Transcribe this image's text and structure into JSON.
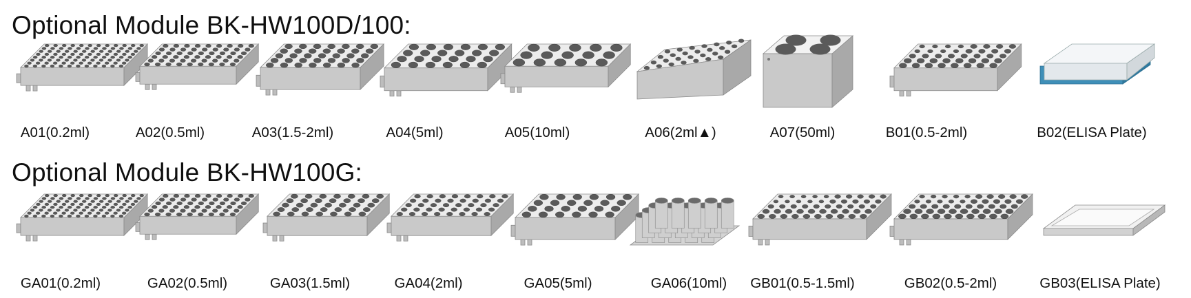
{
  "sections": [
    {
      "title": "Optional Module BK-HW100D/100:",
      "modules": [
        {
          "label": "A01(0.2ml)",
          "icon": "block-96-well-icon"
        },
        {
          "label": "A02(0.5ml)",
          "icon": "block-54-well-icon"
        },
        {
          "label": "A03(1.5-2ml)",
          "icon": "block-35-well-icon"
        },
        {
          "label": "A04(5ml)",
          "icon": "block-24-well-icon"
        },
        {
          "label": "A05(10ml)",
          "icon": "block-15-well-icon"
        },
        {
          "label": "A06(2ml▲)",
          "icon": "block-cone-well-icon"
        },
        {
          "label": "A07(50ml)",
          "icon": "block-4-well-icon"
        },
        {
          "label": "B01(0.5-2ml)",
          "icon": "block-mixed-well-icon"
        },
        {
          "label": "B02(ELISA Plate)",
          "icon": "elisa-plate-holder-icon"
        }
      ]
    },
    {
      "title": "Optional Module BK-HW100G:",
      "modules": [
        {
          "label": "GA01(0.2ml)",
          "icon": "block-96-well-icon"
        },
        {
          "label": "GA02(0.5ml)",
          "icon": "block-54-well-icon"
        },
        {
          "label": "GA03(1.5ml)",
          "icon": "block-35-well-icon"
        },
        {
          "label": "GA04(2ml)",
          "icon": "block-40-well-icon"
        },
        {
          "label": "GA05(5ml)",
          "icon": "block-24-well-icon"
        },
        {
          "label": "GA06(10ml)",
          "icon": "block-tube-columns-icon"
        },
        {
          "label": "GB01(0.5-1.5ml)",
          "icon": "block-mixed-well-icon"
        },
        {
          "label": "GB02(0.5-2ml)",
          "icon": "block-mixed-well-icon"
        },
        {
          "label": "GB03(ELISA Plate)",
          "icon": "elisa-plate-tray-icon"
        }
      ]
    }
  ],
  "colors": {
    "metal_top": "#ececec",
    "metal_front": "#c9c9c9",
    "metal_side": "#a9a9a9",
    "hole": "#5a5a5a",
    "elisa_blue": "#3f8fb8",
    "text": "#111111"
  }
}
